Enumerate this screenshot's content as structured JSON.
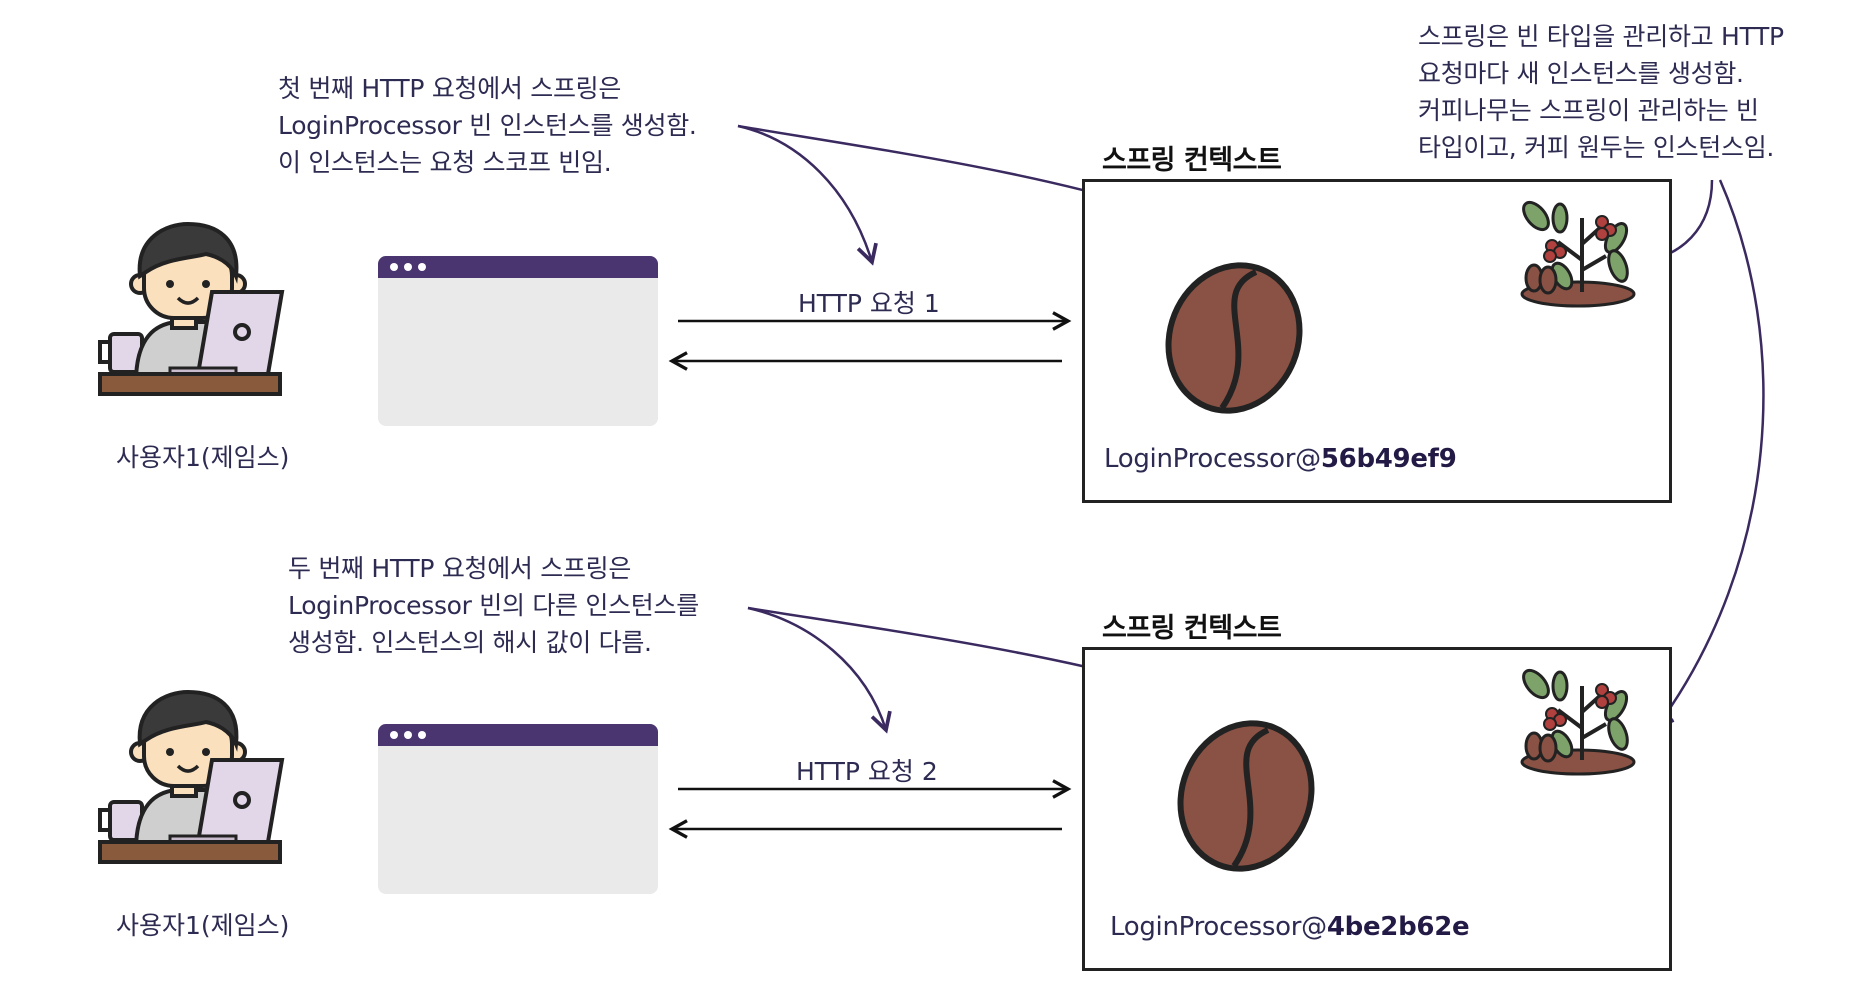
{
  "note_top_request": "첫 번째 HTTP 요청에서 스프링은\nLoginProcessor 빈 인스턴스를 생성함.\n이 인스턴스는 요청 스코프 빈임.",
  "note_bottom_request": "두 번째 HTTP 요청에서 스프링은\nLoginProcessor 빈의 다른 인스턴스를\n생성함. 인스턴스의 해시 값이 다름.",
  "note_right": "스프링은 빈 타입을 관리하고 HTTP\n요청마다 새 인스턴스를 생성함.\n커피나무는 스프링이 관리하는 빈\n타입이고, 커피 원두는 인스턴스임.",
  "context_title_1": "스프링 컨텍스트",
  "context_title_2": "스프링 컨텍스트",
  "request_label_1": "HTTP 요청 1",
  "request_label_2": "HTTP 요청 2",
  "user_label_1": "사용자1(제임스)",
  "user_label_2": "사용자1(제임스)",
  "instance_1": {
    "prefix": "LoginProcessor@",
    "hash": "56b49ef9"
  },
  "instance_2": {
    "prefix": "LoginProcessor@",
    "hash": "4be2b62e"
  },
  "colors": {
    "arrow": "#3a2a60",
    "browser_bar": "#4a3570",
    "bean": "#8a5244",
    "bean_outline": "#222222",
    "desk": "#8a5a3c",
    "soil": "#8a5244"
  }
}
